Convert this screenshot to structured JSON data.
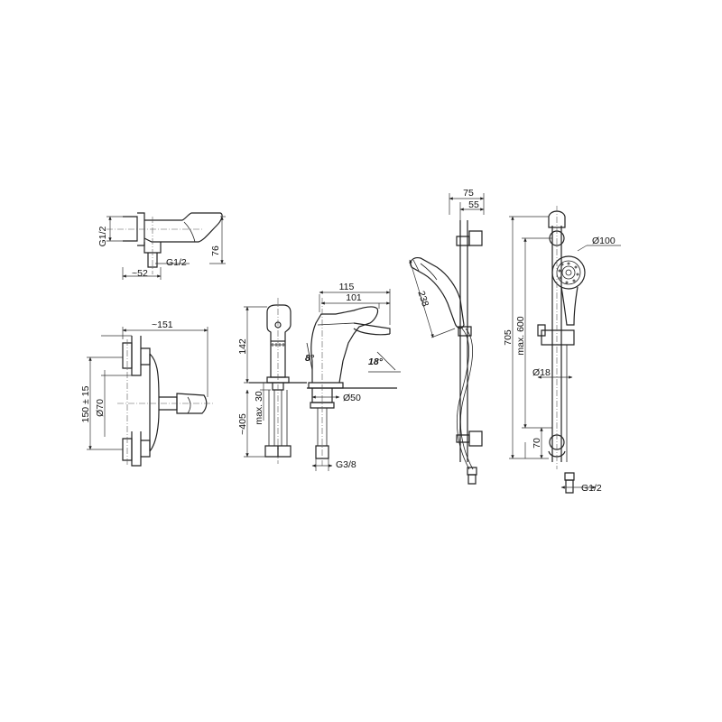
{
  "views": {
    "wall_mixer_side": {
      "thread_inlet": "G1/2",
      "thread_outlet": "G1/2",
      "projection": "~52",
      "height": "76"
    },
    "wall_mixer_front": {
      "width": "~151",
      "centres": "150 ± 15",
      "rosette": "Ø70"
    },
    "basin_mixer": {
      "height": "142",
      "hose_length": "~405",
      "max_thickness": "max. 30",
      "reach_total": "115",
      "reach_spout": "101",
      "angle_spout": "8°",
      "angle_lever": "18°",
      "hole_diameter": "Ø50",
      "thread": "G3/8"
    },
    "shower_set_side": {
      "depth_total": "75",
      "depth_bar": "55",
      "handshower_length": "238"
    },
    "shower_set_front": {
      "head_diameter": "Ø100",
      "total_height": "705",
      "slider_travel": "max. 600",
      "bar_diameter": "Ø18",
      "bottom_offset": "70",
      "thread": "G1/2"
    }
  }
}
